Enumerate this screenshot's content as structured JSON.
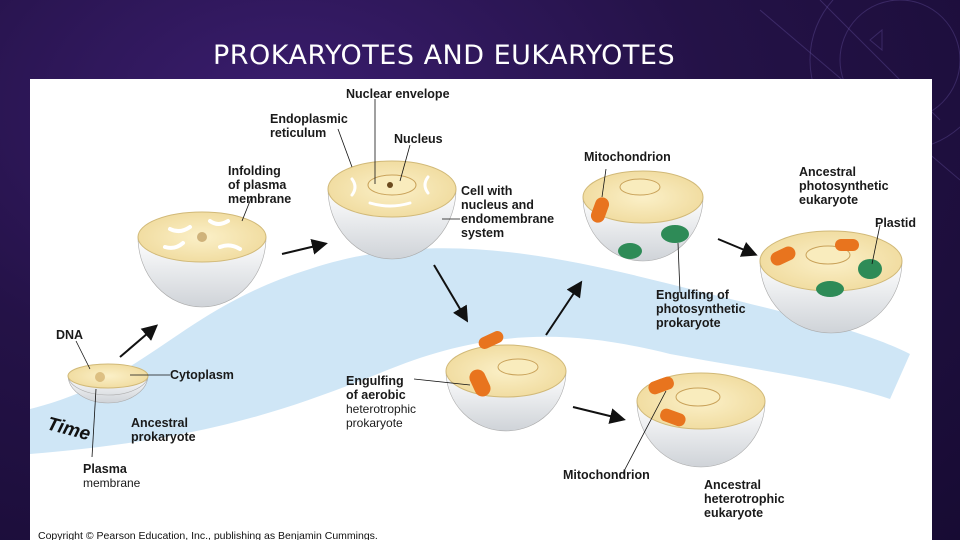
{
  "slide": {
    "title": "PROKARYOTES AND EUKARYOTES"
  },
  "figure": {
    "time_label": "Time",
    "labels": {
      "nuclear_envelope": "Nuclear envelope",
      "er_line1": "Endoplasmic",
      "er_line2": "reticulum",
      "nucleus": "Nucleus",
      "infold_line1": "Infolding",
      "infold_line2": "of plasma",
      "infold_line3": "membrane",
      "cellnuc_line1": "Cell with",
      "cellnuc_line2": "nucleus and",
      "cellnuc_line3": "endomembrane",
      "cellnuc_line4": "system",
      "mito_top": "Mitochondrion",
      "aphoto_line1": "Ancestral",
      "aphoto_line2": "photosynthetic",
      "aphoto_line3": "eukaryote",
      "plastid": "Plastid",
      "dna": "DNA",
      "cytoplasm": "Cytoplasm",
      "aprok_line1": "Ancestral",
      "aprok_line2": "prokaryote",
      "plasma_line1": "Plasma",
      "plasma_line2": "membrane",
      "eaer_line1": "Engulfing",
      "eaer_line2": "of aerobic",
      "eaer_line3": "heterotrophic",
      "eaer_line4": "prokaryote",
      "ephoto_line1": "Engulfing of",
      "ephoto_line2": "photosynthetic",
      "ephoto_line3": "prokaryote",
      "mito_bottom": "Mitochondrion",
      "ahet_line1": "Ancestral",
      "ahet_line2": "heterotrophic",
      "ahet_line3": "eukaryote"
    },
    "copyright": "Copyright © Pearson Education, Inc., publishing as Benjamin Cummings."
  },
  "colors": {
    "background": "#241247",
    "flow_band": "#cfe6f6",
    "cytoplasm": "#f6e7b4",
    "cell_shell": "#f2f2f2",
    "mitochondrion": "#e8741e",
    "plastid": "#2e8b57"
  }
}
